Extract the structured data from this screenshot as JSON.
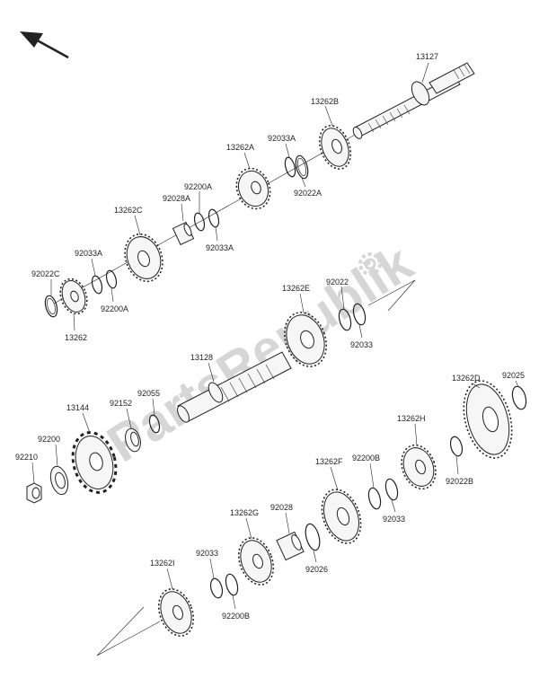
{
  "parts": [
    {
      "id": "13127"
    },
    {
      "id": "13262B"
    },
    {
      "id": "92033A"
    },
    {
      "id": "92022A"
    },
    {
      "id": "13262A"
    },
    {
      "id": "92200A"
    },
    {
      "id": "92028A"
    },
    {
      "id": "92033A"
    },
    {
      "id": "13262C"
    },
    {
      "id": "92033A"
    },
    {
      "id": "92022C"
    },
    {
      "id": "92200A"
    },
    {
      "id": "13262"
    },
    {
      "id": "13262E"
    },
    {
      "id": "92022"
    },
    {
      "id": "92033"
    },
    {
      "id": "13128"
    },
    {
      "id": "92055"
    },
    {
      "id": "92152"
    },
    {
      "id": "13144"
    },
    {
      "id": "92200"
    },
    {
      "id": "92210"
    },
    {
      "id": "13262D"
    },
    {
      "id": "92025"
    },
    {
      "id": "13262H"
    },
    {
      "id": "92022B"
    },
    {
      "id": "92200B"
    },
    {
      "id": "13262F"
    },
    {
      "id": "92033"
    },
    {
      "id": "92028"
    },
    {
      "id": "13262G"
    },
    {
      "id": "92026"
    },
    {
      "id": "92033"
    },
    {
      "id": "13262I"
    },
    {
      "id": "92200B"
    }
  ],
  "watermark": "PartsRepublik",
  "icons": {
    "direction": "arrow-up-left-icon",
    "logo": "gear-icon"
  }
}
